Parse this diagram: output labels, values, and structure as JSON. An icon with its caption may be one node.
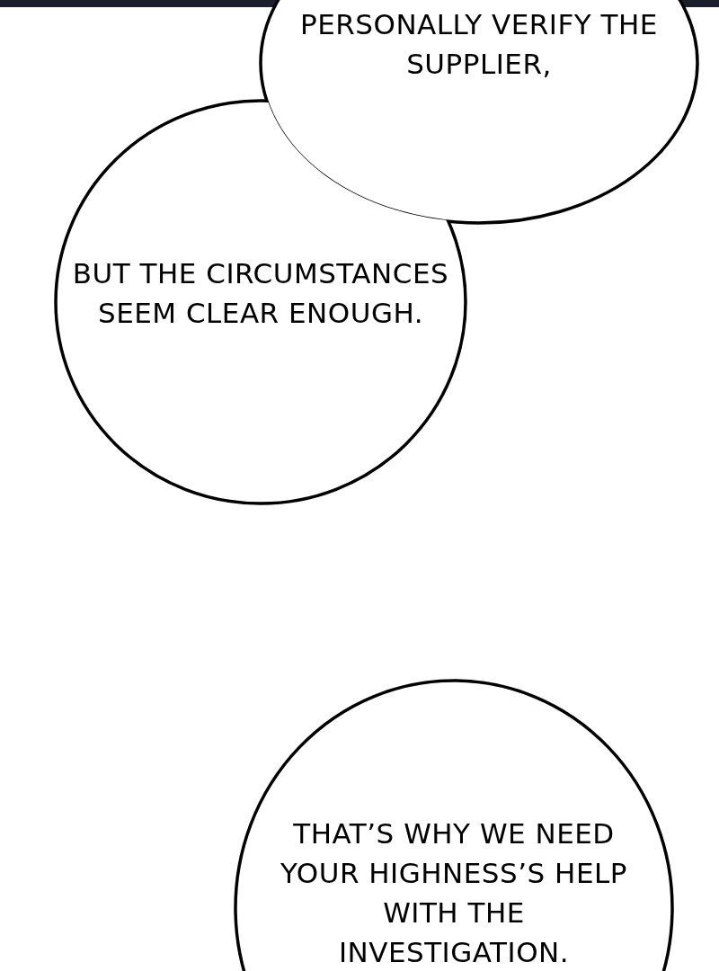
{
  "diagram": {
    "nodes": [
      {
        "text": [
          "PERSONALLY VERIFY THE SUPPLIER,"
        ]
      },
      {
        "text": [
          "BUT THE CIRCUMSTANCES SEEM CLEAR ENOUGH."
        ]
      },
      {
        "text": [
          "THAT’S WHY WE NEED YOUR HIGHNESS’S HELP WITH THE INVESTIGATION."
        ]
      }
    ],
    "edges": []
  }
}
